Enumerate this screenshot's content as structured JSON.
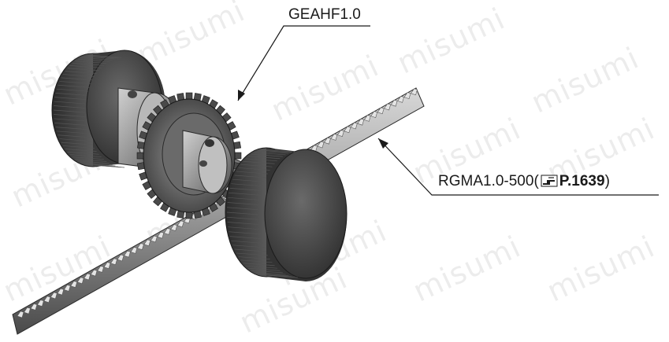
{
  "watermark": {
    "text": "misumi"
  },
  "callouts": {
    "gear": {
      "label": "GEAHF1.0"
    },
    "rack": {
      "part": "RGMA1.0-500",
      "ref_open": "(",
      "ref_page": "P.1639",
      "ref_close": ")"
    }
  },
  "icons": {
    "page_ref": "hand-pointer-icon"
  },
  "colors": {
    "metal_dark": "#3a3a3a",
    "metal_mid": "#7a7a7a",
    "metal_light": "#c8c8c8",
    "line": "#1a1a1a"
  }
}
